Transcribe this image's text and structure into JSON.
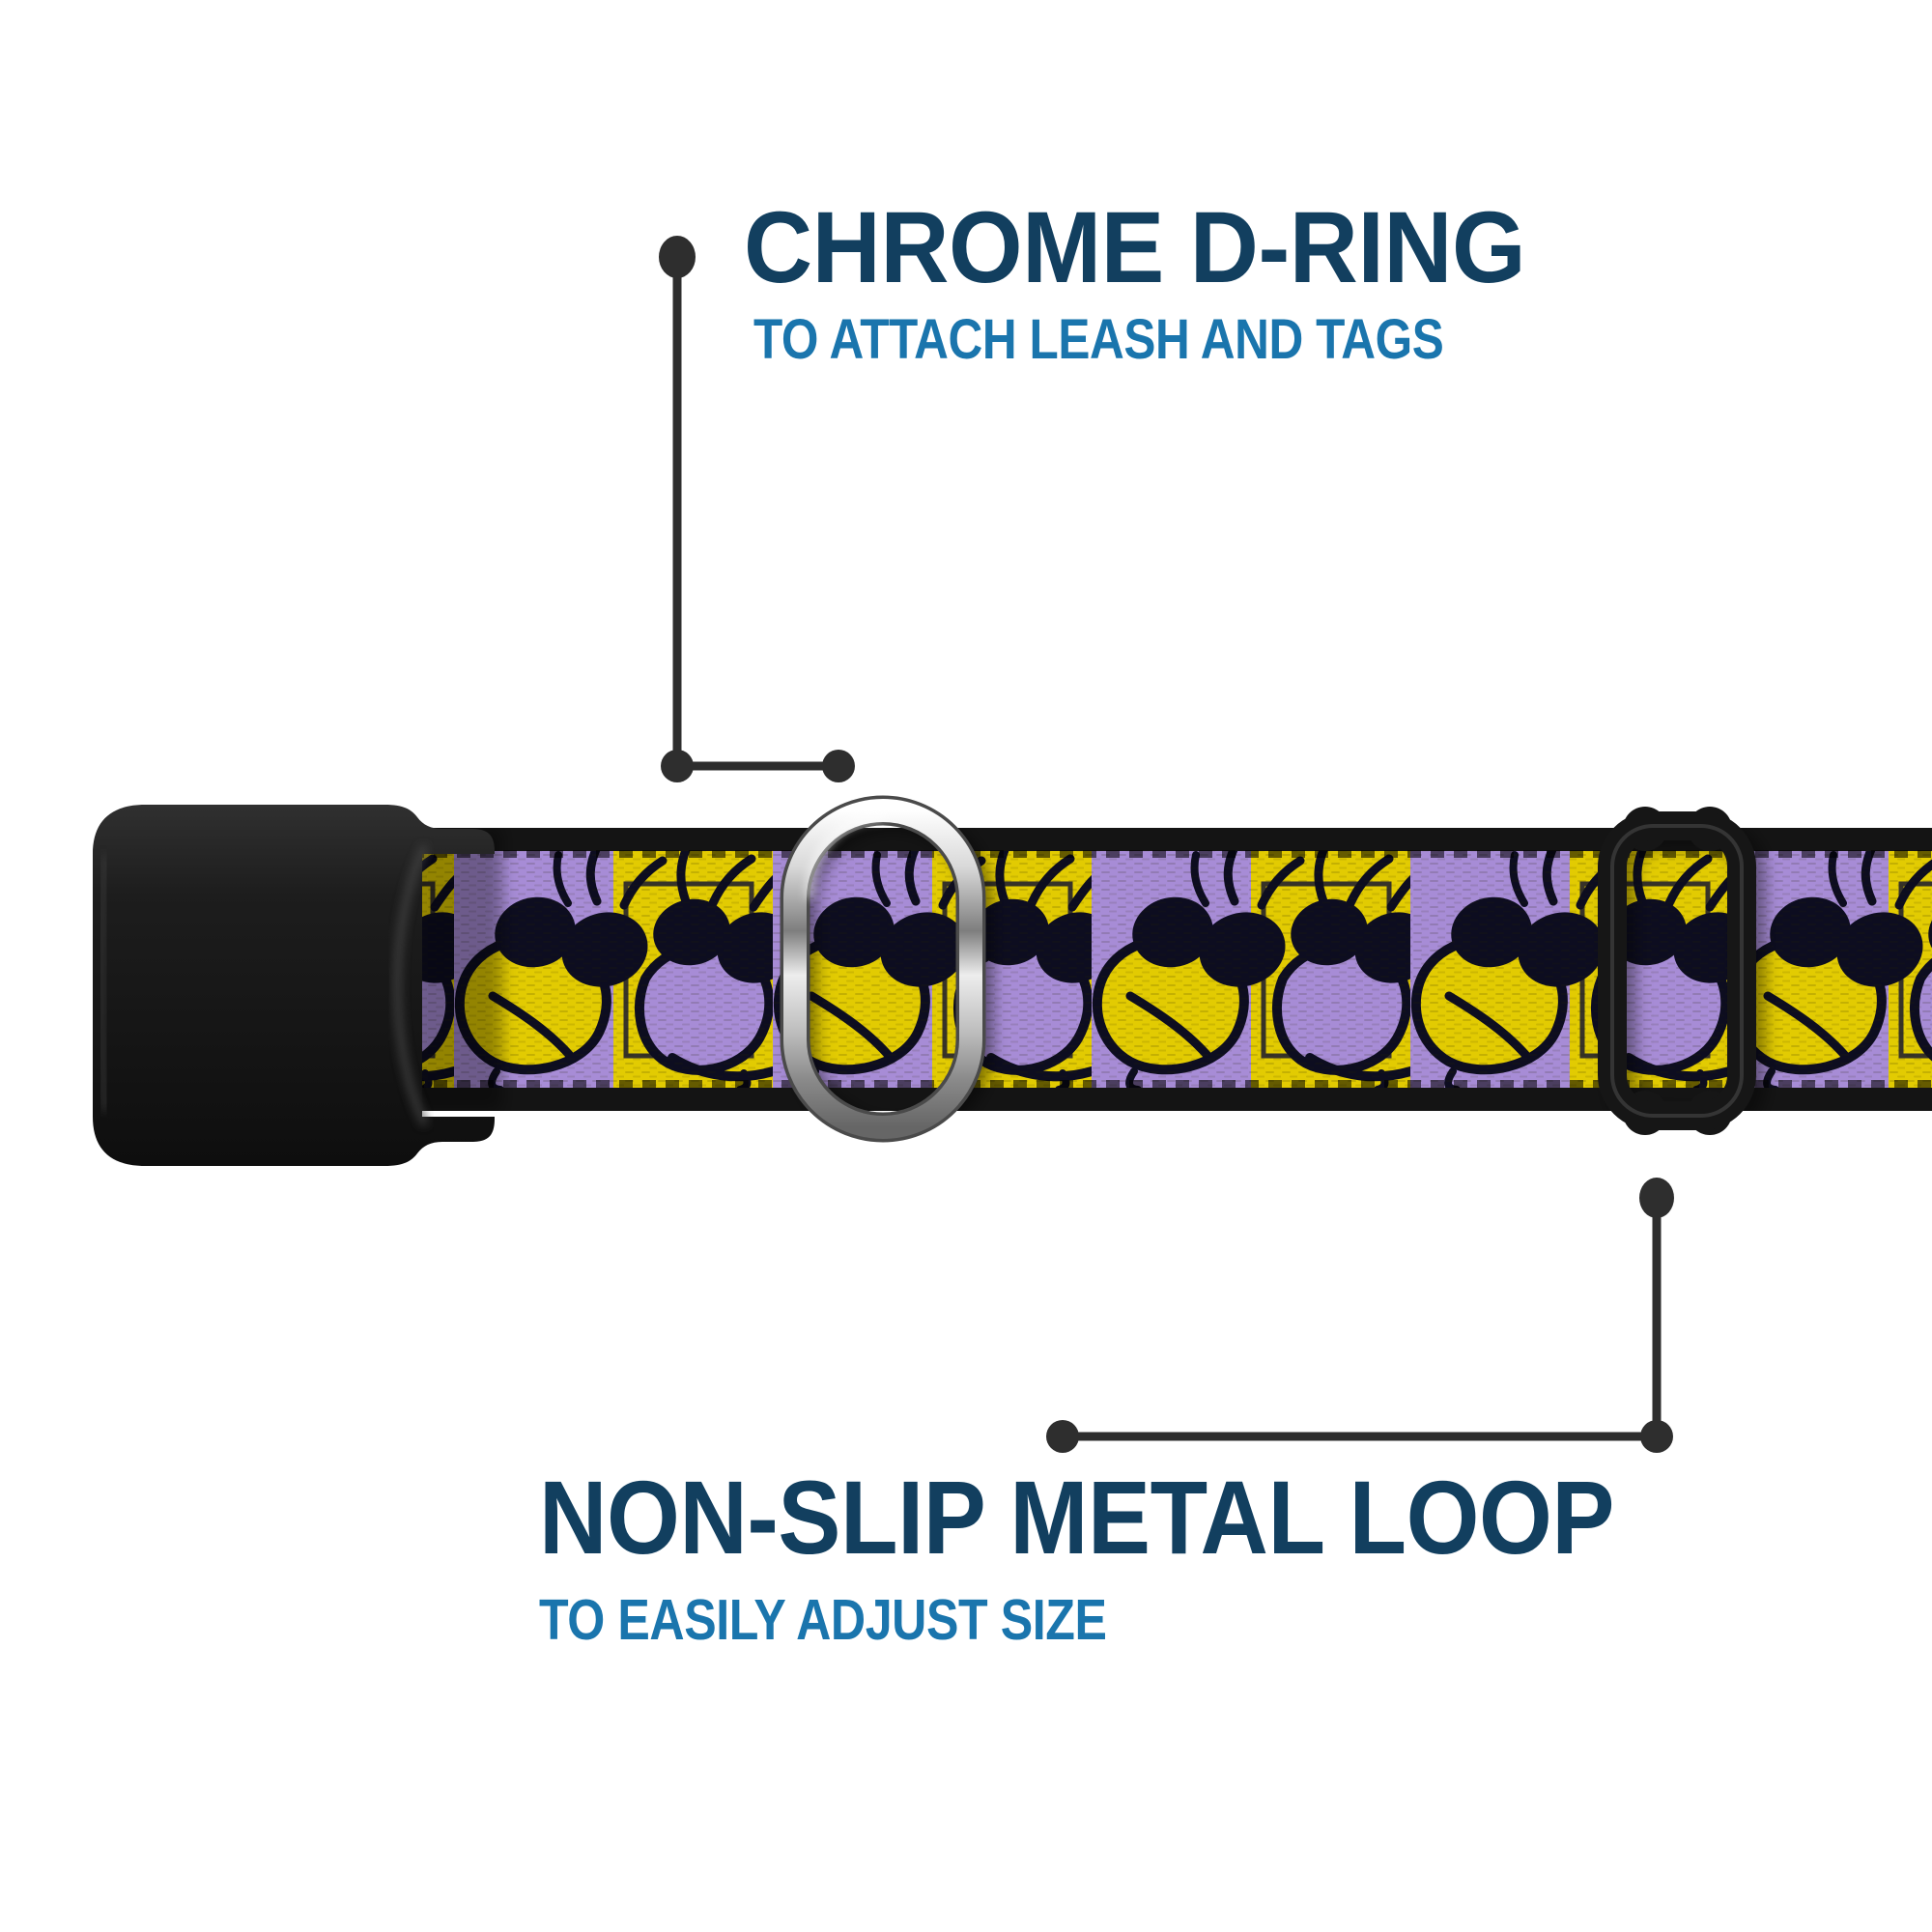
{
  "annotations": {
    "top": {
      "title": "CHROME D-RING",
      "subtitle": "TO ATTACH LEASH AND TAGS"
    },
    "bottom": {
      "title": "NON-SLIP METAL LOOP",
      "subtitle": "TO EASILY ADJUST SIZE"
    }
  },
  "colors": {
    "title-navy": "#123f5f",
    "subtitle-blue": "#1a75ad",
    "callout-dark": "#2e2e2e",
    "webbing-yellow": "#e2cb02",
    "webbing-purple": "#a78cd6",
    "pattern-outline": "#0d0d20",
    "webbing-border": "#141414",
    "buckle-black": "#1c1c1c",
    "slider-black": "#161616",
    "chrome-light": "#f5f5f5",
    "chrome-dark": "#6a6a6a"
  }
}
